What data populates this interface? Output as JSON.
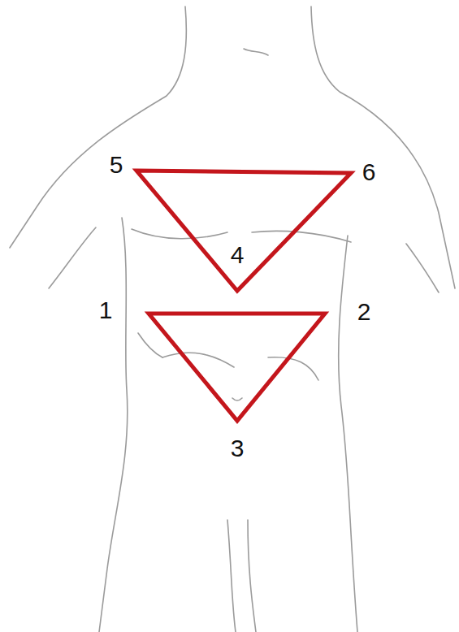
{
  "diagram": {
    "labels": [
      "5",
      "6",
      "4",
      "1",
      "2",
      "3"
    ]
  }
}
